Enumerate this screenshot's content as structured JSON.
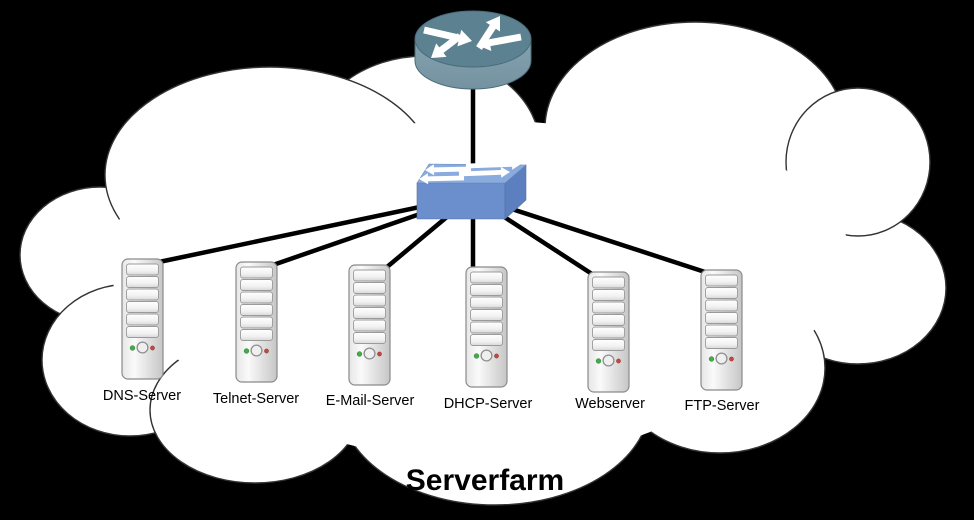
{
  "title": "Serverfarm",
  "cloud": {
    "name": "serverfarm-cloud"
  },
  "devices": {
    "router": {
      "type": "router",
      "icon": "router-icon"
    },
    "switch": {
      "type": "switch",
      "icon": "switch-icon"
    },
    "servers": [
      {
        "label": "DNS-Server"
      },
      {
        "label": "Telnet-Server"
      },
      {
        "label": "E-Mail-Server"
      },
      {
        "label": "DHCP-Server"
      },
      {
        "label": "Webserver"
      },
      {
        "label": "FTP-Server"
      }
    ]
  },
  "connections": [
    {
      "from": "router",
      "to": "switch"
    },
    {
      "from": "switch",
      "to": "DNS-Server"
    },
    {
      "from": "switch",
      "to": "Telnet-Server"
    },
    {
      "from": "switch",
      "to": "E-Mail-Server"
    },
    {
      "from": "switch",
      "to": "DHCP-Server"
    },
    {
      "from": "switch",
      "to": "Webserver"
    },
    {
      "from": "switch",
      "to": "FTP-Server"
    }
  ],
  "colors": {
    "background": "#000000",
    "cloud_fill": "#ffffff",
    "cloud_outline": "#333333",
    "connection_line": "#000000",
    "router_top": "#5c8191",
    "router_side": "#7d9cab",
    "switch_top": "#8aabde",
    "switch_front": "#6b8fcd",
    "switch_side": "#5c7fc0",
    "server_led_green": "#3fae49",
    "server_led_red": "#bf4a42",
    "label_text": "#000000"
  }
}
